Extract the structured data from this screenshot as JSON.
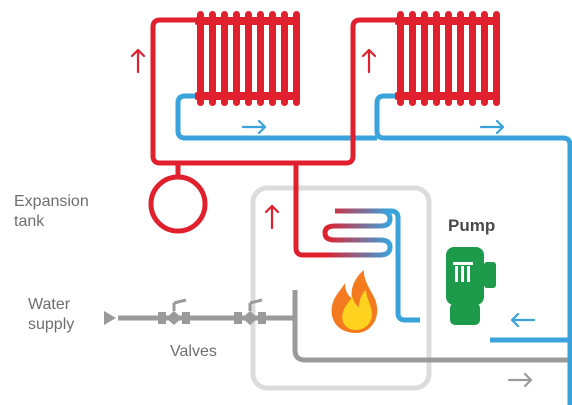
{
  "labels": {
    "expansion_tank_line1": "Expansion",
    "expansion_tank_line2": "tank",
    "water_supply_line1": "Water",
    "water_supply_line2": "supply",
    "valves": "Valves",
    "pump": "Pump"
  },
  "colors": {
    "hot_pipe": "#e0202c",
    "cold_pipe": "#3aa3dc",
    "supply_pipe": "#9a9a9a",
    "boiler_outline": "#d9d9d9",
    "pump_green": "#1d9a4a",
    "flame_orange": "#f47a1f",
    "flame_yellow": "#ffd21f"
  },
  "icons": [
    "radiator-icon",
    "expansion-tank-icon",
    "boiler-icon",
    "flame-icon",
    "pump-icon",
    "valve-icon",
    "arrow-icon"
  ]
}
